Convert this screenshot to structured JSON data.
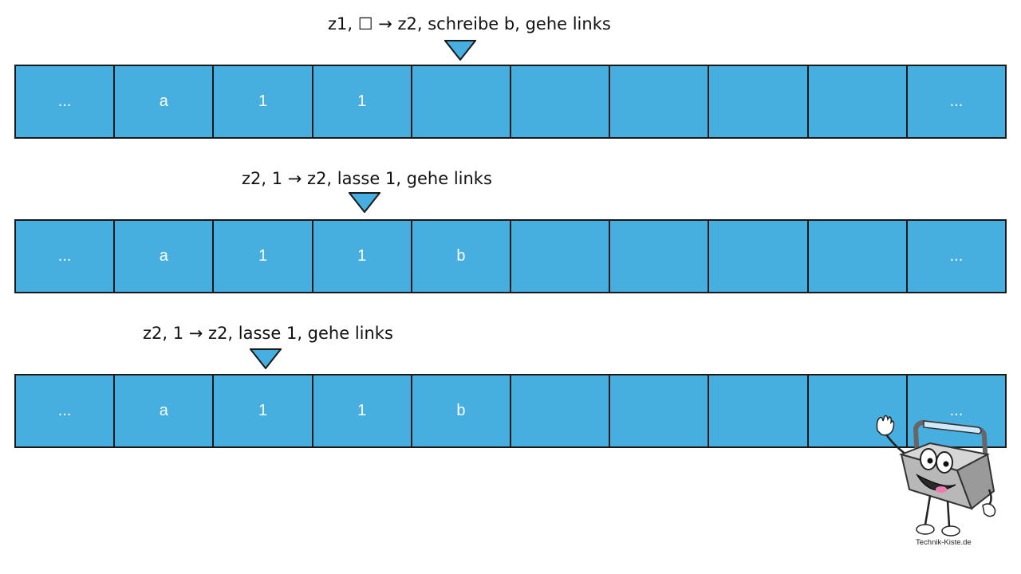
{
  "colors": {
    "cell_fill": "#47aee0",
    "cell_text": "#ffffff",
    "border": "#1a1a1a",
    "head_fill": "#47aee0"
  },
  "steps": [
    {
      "rule": "z1, ☐ → z2, schreibe b, gehe links",
      "head_index": 4,
      "cells": [
        "...",
        "a",
        "1",
        "1",
        "",
        "",
        "",
        "",
        "",
        "..."
      ]
    },
    {
      "rule": "z2, 1 → z2, lasse 1, gehe links",
      "head_index": 3,
      "cells": [
        "...",
        "a",
        "1",
        "1",
        "b",
        "",
        "",
        "",
        "",
        "..."
      ]
    },
    {
      "rule": "z2, 1 → z2, lasse 1, gehe links",
      "head_index": 2,
      "cells": [
        "...",
        "a",
        "1",
        "1",
        "b",
        "",
        "",
        "",
        "",
        "..."
      ]
    }
  ],
  "footer": {
    "credit": "Technik-Kiste.de"
  },
  "icons": {
    "head": "triangle-down-icon",
    "mascot": "toolbox-mascot-logo"
  }
}
